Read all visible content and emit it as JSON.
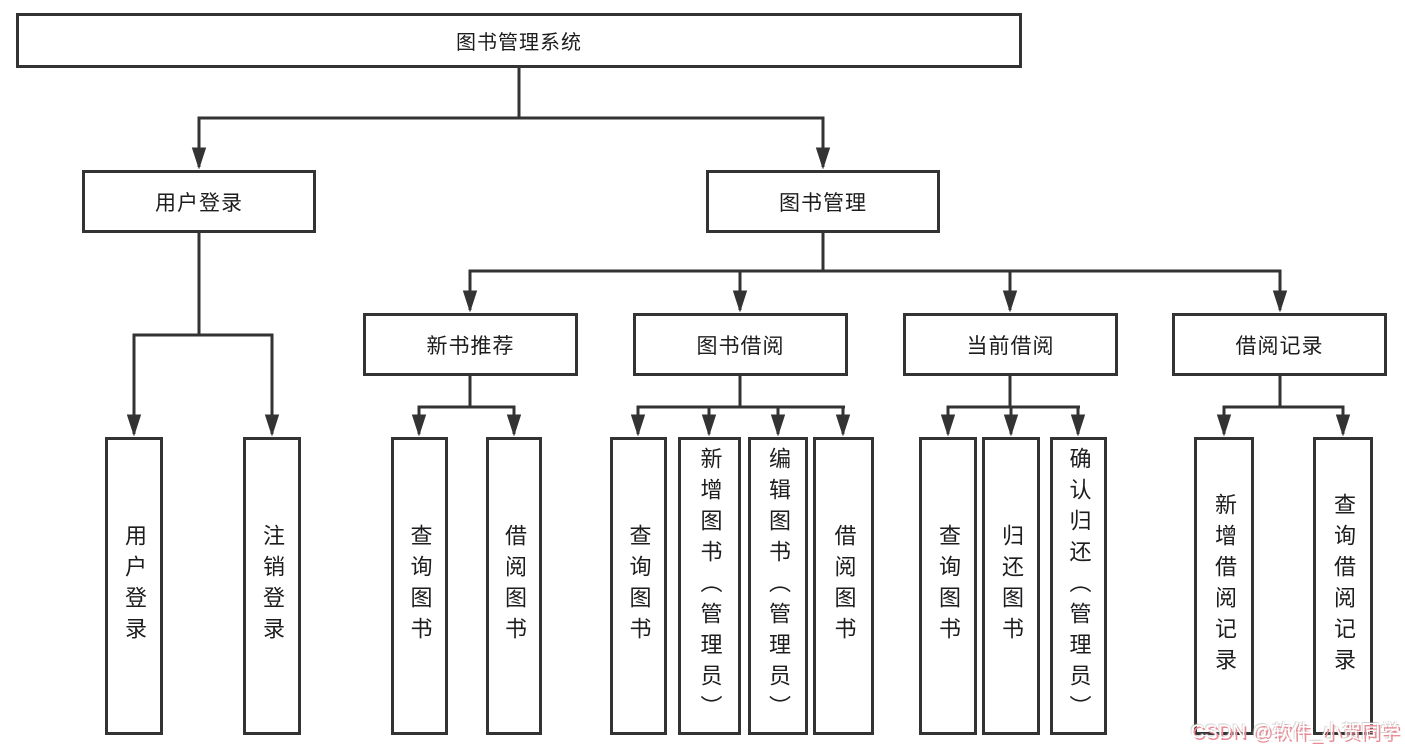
{
  "diagram": {
    "root": {
      "label": "图书管理系统"
    },
    "branches": [
      {
        "label": "用户登录",
        "leaves": [
          "用户登录",
          "注销登录"
        ]
      },
      {
        "label": "图书管理",
        "groups": [
          {
            "label": "新书推荐",
            "leaves": [
              "查询图书",
              "借阅图书"
            ]
          },
          {
            "label": "图书借阅",
            "leaves": [
              "查询图书",
              "新增图书（管理员）",
              "编辑图书（管理员）",
              "借阅图书"
            ]
          },
          {
            "label": "当前借阅",
            "leaves": [
              "查询图书",
              "归还图书",
              "确认归还（管理员）"
            ]
          },
          {
            "label": "借阅记录",
            "leaves": [
              "新增借阅记录",
              "查询借阅记录"
            ]
          }
        ]
      }
    ],
    "watermark": "CSDN @软件_小贺同学",
    "colors": {
      "line": "#333333",
      "text": "#1d1d1f",
      "background": "#ffffff",
      "watermark_fill": "#ffffff",
      "watermark_shadow": "#ea8b96"
    }
  }
}
